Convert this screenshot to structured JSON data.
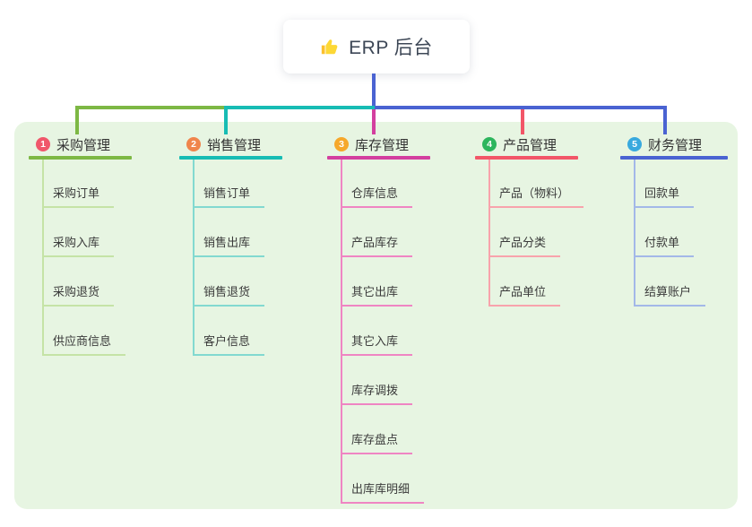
{
  "root": {
    "icon": "thumbs-up",
    "title": "ERP 后台"
  },
  "colors": {
    "page_bg": "#ffffff",
    "panel_bg": "#e7f5e2",
    "card_bg": "#ffffff",
    "root_text": "#3d4756",
    "header_text": "#333333",
    "child_text": "#3b3b3b",
    "root_line": "#4a63d2"
  },
  "branches": [
    {
      "index": "1",
      "title": "采购管理",
      "badge_color": "#f0576b",
      "line_color": "#7db844",
      "child_line_color": "#c5e3a6",
      "children": [
        "采购订单",
        "采购入库",
        "采购退货",
        "供应商信息"
      ]
    },
    {
      "index": "2",
      "title": "销售管理",
      "badge_color": "#f0854c",
      "line_color": "#17bcb4",
      "child_line_color": "#82d9d0",
      "children": [
        "销售订单",
        "销售出库",
        "销售退货",
        "客户信息"
      ]
    },
    {
      "index": "3",
      "title": "库存管理",
      "badge_color": "#f6a82b",
      "line_color": "#d33f9f",
      "child_line_color": "#ef85c3",
      "children": [
        "仓库信息",
        "产品库存",
        "其它出库",
        "其它入库",
        "库存调拨",
        "库存盘点",
        "出库库明细"
      ]
    },
    {
      "index": "4",
      "title": "产品管理",
      "badge_color": "#2db55d",
      "line_color": "#f25668",
      "child_line_color": "#f8a3ac",
      "children": [
        "产品（物料）",
        "产品分类",
        "产品单位"
      ]
    },
    {
      "index": "5",
      "title": "财务管理",
      "badge_color": "#38a9de",
      "line_color": "#4a63d2",
      "child_line_color": "#a3b8e8",
      "children": [
        "回款单",
        "付款单",
        "结算账户"
      ]
    }
  ]
}
